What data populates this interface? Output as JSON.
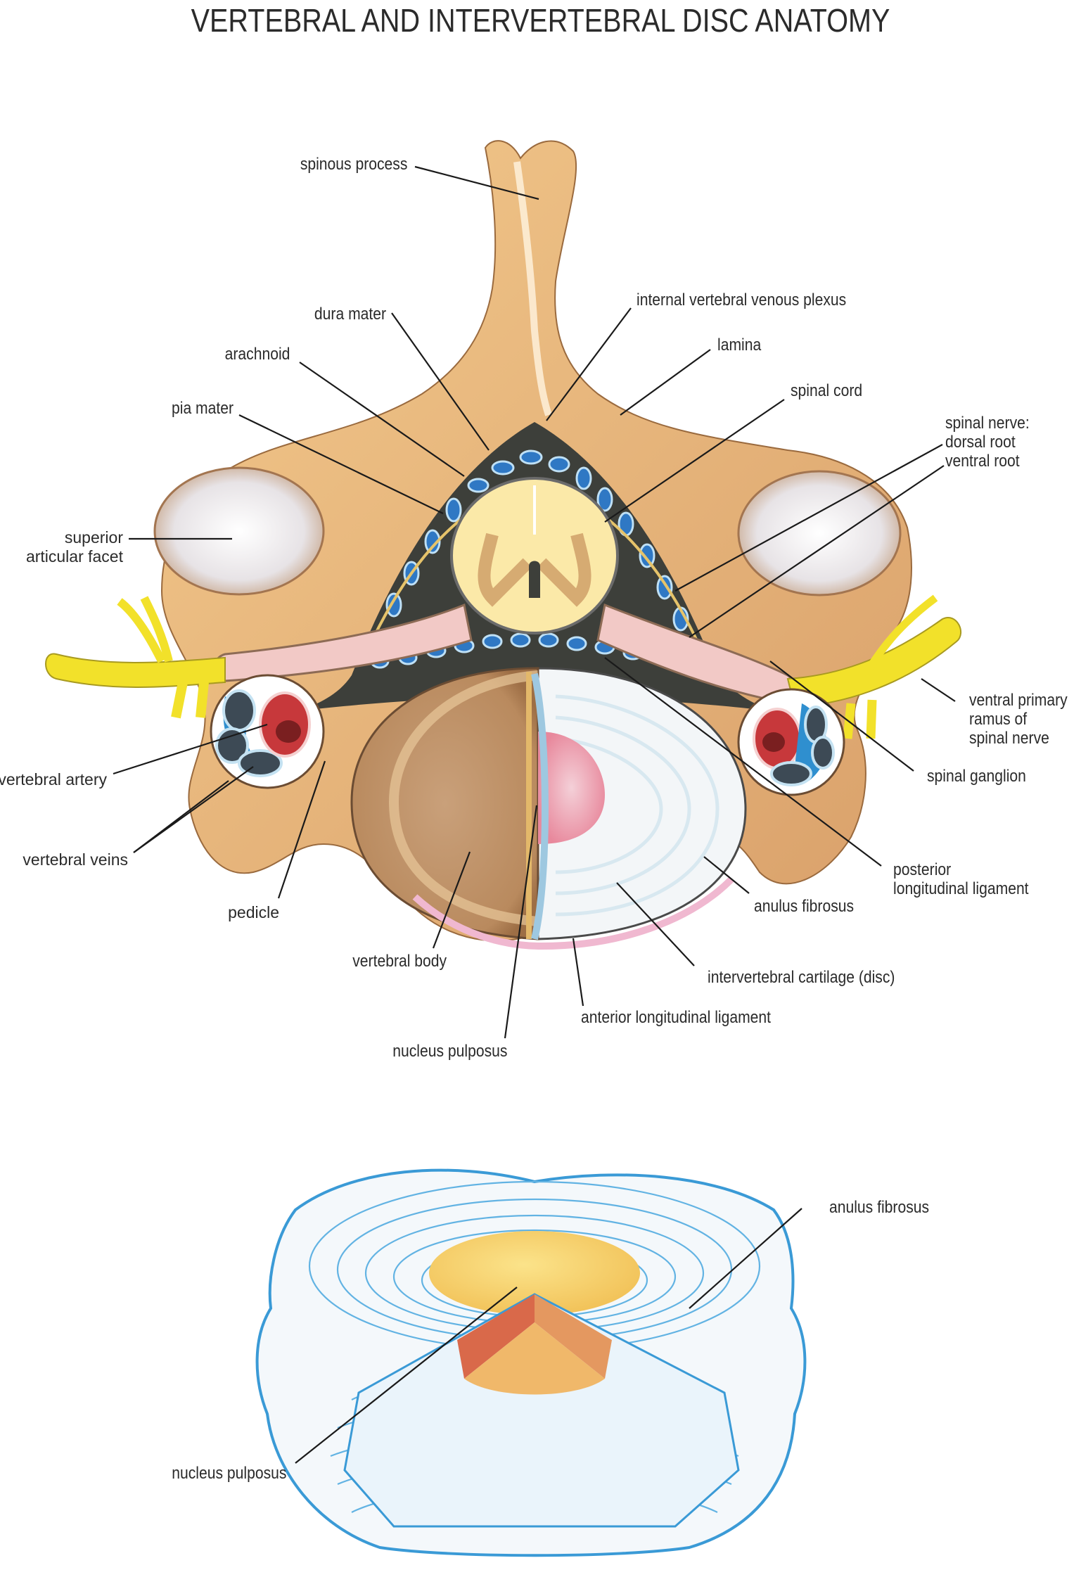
{
  "title": "VERTEBRAL AND INTERVERTEBRAL DISC ANATOMY",
  "top_figure": {
    "labels": {
      "spinous_process": "spinous process",
      "internal_vertebral_venous_plexus": "internal vertebral venous plexus",
      "dura_mater": "dura mater",
      "lamina": "lamina",
      "arachnoid": "arachnoid",
      "spinal_cord": "spinal cord",
      "pia_mater": "pia mater",
      "spinal_nerve": "spinal nerve:",
      "dorsal_root": "dorsal root",
      "ventral_root": "ventral root",
      "superior_articular_facet_1": "superior",
      "superior_articular_facet_2": "articular facet",
      "ventral_primary_ramus_1": "ventral primary",
      "ventral_primary_ramus_2": "ramus of",
      "ventral_primary_ramus_3": "spinal nerve",
      "vertebral_artery": "vertebral artery",
      "spinal_ganglion": "spinal ganglion",
      "vertebral_veins": "vertebral veins",
      "posterior_longitudinal_ligament_1": "posterior",
      "posterior_longitudinal_ligament_2": "longitudinal ligament",
      "pedicle": "pedicle",
      "anulus_fibrosus": "anulus fibrosus",
      "vertebral_body": "vertebral body",
      "intervertebral_cartilage": "intervertebral cartilage (disc)",
      "anterior_longitudinal_ligament": "anterior longitudinal ligament",
      "nucleus_pulposus": "nucleus pulposus"
    }
  },
  "bottom_figure": {
    "labels": {
      "anulus_fibrosus": "anulus fibrosus",
      "nucleus_pulposus": "nucleus pulposus"
    }
  },
  "colors": {
    "bone": "#e8b77c",
    "bone_dark": "#b9804a",
    "nerve": "#f2e12a",
    "cord": "#f7e79a",
    "dura_space": "#3d3f3a",
    "vein": "#2f78c4",
    "artery": "#c7383b",
    "disc": "#eef3f6",
    "disc_line": "#3a9ad6",
    "nucleus": "#e9a85a",
    "nucleus_cut": "#d9694a",
    "text": "#2b2b2b"
  }
}
